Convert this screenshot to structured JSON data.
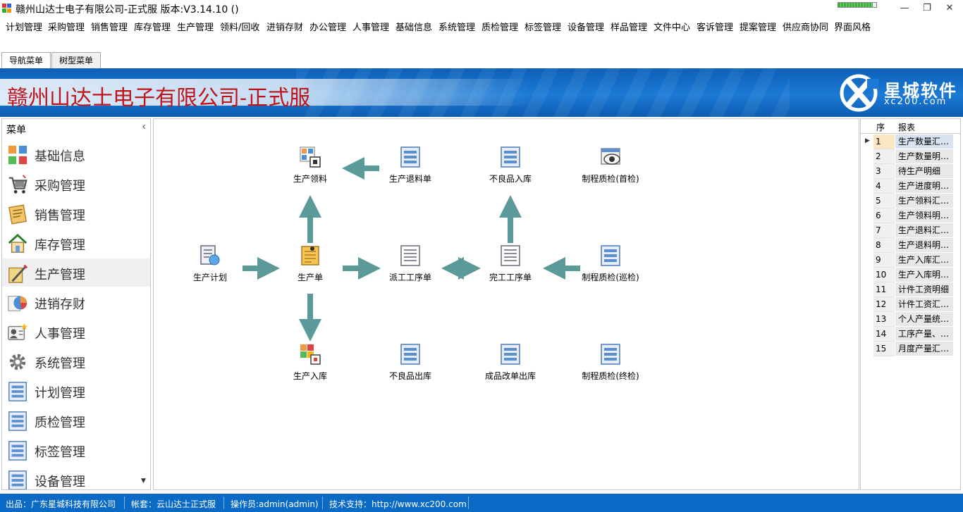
{
  "window": {
    "title": "赣州山达士电子有限公司-正式服 版本:V3.14.10 ()",
    "progress_fraction": 0.9,
    "minimize": "—",
    "restore": "❐",
    "close": "✕"
  },
  "menu": [
    "计划管理",
    "采购管理",
    "销售管理",
    "库存管理",
    "生产管理",
    "领料/回收",
    "进销存财",
    "办公管理",
    "人事管理",
    "基础信息",
    "系统管理",
    "质检管理",
    "标签管理",
    "设备管理",
    "样品管理",
    "文件中心",
    "客诉管理",
    "提案管理",
    "供应商协同",
    "界面风格"
  ],
  "tabs": [
    "导航菜单",
    "树型菜单"
  ],
  "banner": {
    "title": "赣州山达士电子有限公司-正式服",
    "brand_name": "星城软件",
    "brand_url": "xc200.com"
  },
  "sidebar": {
    "title": "菜单",
    "collapse": "‹",
    "items": [
      {
        "label": "基础信息",
        "icon": "grid-icon"
      },
      {
        "label": "采购管理",
        "icon": "shopping-cart-icon"
      },
      {
        "label": "销售管理",
        "icon": "notepad-icon"
      },
      {
        "label": "库存管理",
        "icon": "house-icon"
      },
      {
        "label": "生产管理",
        "icon": "pen-paper-icon"
      },
      {
        "label": "进销存财",
        "icon": "pie-chart-icon"
      },
      {
        "label": "人事管理",
        "icon": "id-card-icon"
      },
      {
        "label": "系统管理",
        "icon": "gear-icon"
      },
      {
        "label": "计划管理",
        "icon": "list-doc-icon"
      },
      {
        "label": "质检管理",
        "icon": "list-doc-icon"
      },
      {
        "label": "标签管理",
        "icon": "list-doc-icon"
      },
      {
        "label": "设备管理",
        "icon": "list-doc-icon"
      }
    ],
    "scroll_down": "▼"
  },
  "flow": {
    "nodes": [
      {
        "key": "plan",
        "label": "生产计划",
        "icon": "plan-doc-icon"
      },
      {
        "key": "pick",
        "label": "生产领料",
        "icon": "pick-grid-icon"
      },
      {
        "key": "return",
        "label": "生产退料单",
        "icon": "list-doc-icon"
      },
      {
        "key": "defect_in",
        "label": "不良品入库",
        "icon": "list-doc-icon"
      },
      {
        "key": "qc_first",
        "label": "制程质检(首检)",
        "icon": "eye-inspect-icon"
      },
      {
        "key": "order",
        "label": "生产单",
        "icon": "order-note-icon"
      },
      {
        "key": "dispatch",
        "label": "派工工序单",
        "icon": "lines-doc-icon"
      },
      {
        "key": "finish",
        "label": "完工工序单",
        "icon": "lines-doc-icon"
      },
      {
        "key": "qc_patrol",
        "label": "制程质检(巡检)",
        "icon": "list-doc-icon"
      },
      {
        "key": "stock_in",
        "label": "生产入库",
        "icon": "color-grid-icon"
      },
      {
        "key": "defect_out",
        "label": "不良品出库",
        "icon": "list-doc-icon"
      },
      {
        "key": "rework_out",
        "label": "成品改单出库",
        "icon": "list-doc-icon"
      },
      {
        "key": "qc_final",
        "label": "制程质检(终检)",
        "icon": "list-doc-icon"
      }
    ]
  },
  "report": {
    "col_index": "序",
    "col_name": "报表",
    "row_pointer": "▶",
    "rows": [
      {
        "no": "1",
        "name": "生产数量汇总表"
      },
      {
        "no": "2",
        "name": "生产数量明细表"
      },
      {
        "no": "3",
        "name": "待生产明细"
      },
      {
        "no": "4",
        "name": "生产进度明细表"
      },
      {
        "no": "5",
        "name": "生产领料汇总表"
      },
      {
        "no": "6",
        "name": "生产领料明细表"
      },
      {
        "no": "7",
        "name": "生产退料汇总表"
      },
      {
        "no": "8",
        "name": "生产退料明细表"
      },
      {
        "no": "9",
        "name": "生产入库汇总表"
      },
      {
        "no": "10",
        "name": "生产入库明细表"
      },
      {
        "no": "11",
        "name": "计件工资明细"
      },
      {
        "no": "12",
        "name": "计件工资汇总表"
      },
      {
        "no": "13",
        "name": "个人产量统计表"
      },
      {
        "no": "14",
        "name": "工序产量、工资表"
      },
      {
        "no": "15",
        "name": "月度产量汇总表"
      }
    ]
  },
  "status": {
    "product": "出品：广东星城科技有限公司",
    "account": "帐套：云山达士正式服",
    "operator": "操作员:admin(admin)",
    "support": "技术支持：http://www.xc200.com"
  },
  "colors": {
    "banner_blue": "#1b7bd6",
    "title_red": "#c0141b",
    "arrow_teal": "#5b9a99",
    "status_blue": "#0a6ac6"
  }
}
